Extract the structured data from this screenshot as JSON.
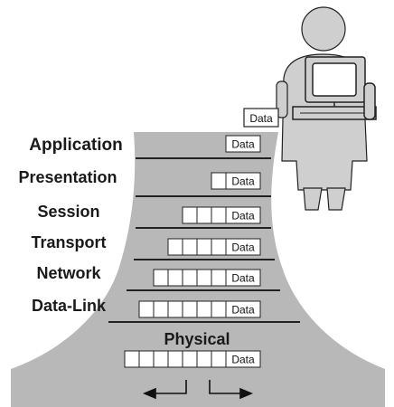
{
  "layers": [
    {
      "name": "Application",
      "headers": 0
    },
    {
      "name": "Presentation",
      "headers": 1
    },
    {
      "name": "Session",
      "headers": 3
    },
    {
      "name": "Transport",
      "headers": 4
    },
    {
      "name": "Network",
      "headers": 5
    },
    {
      "name": "Data-Link",
      "headers": 6
    }
  ],
  "physical": {
    "name": "Physical",
    "headers": 7
  },
  "data_label": "Data",
  "colors": {
    "tower": "#b8b8b8",
    "person": "#cfcfcf",
    "line": "#222222",
    "box_fill": "#ffffff"
  },
  "icons": [
    "person-icon",
    "computer-monitor-icon",
    "left-arrow-icon",
    "right-arrow-icon"
  ]
}
